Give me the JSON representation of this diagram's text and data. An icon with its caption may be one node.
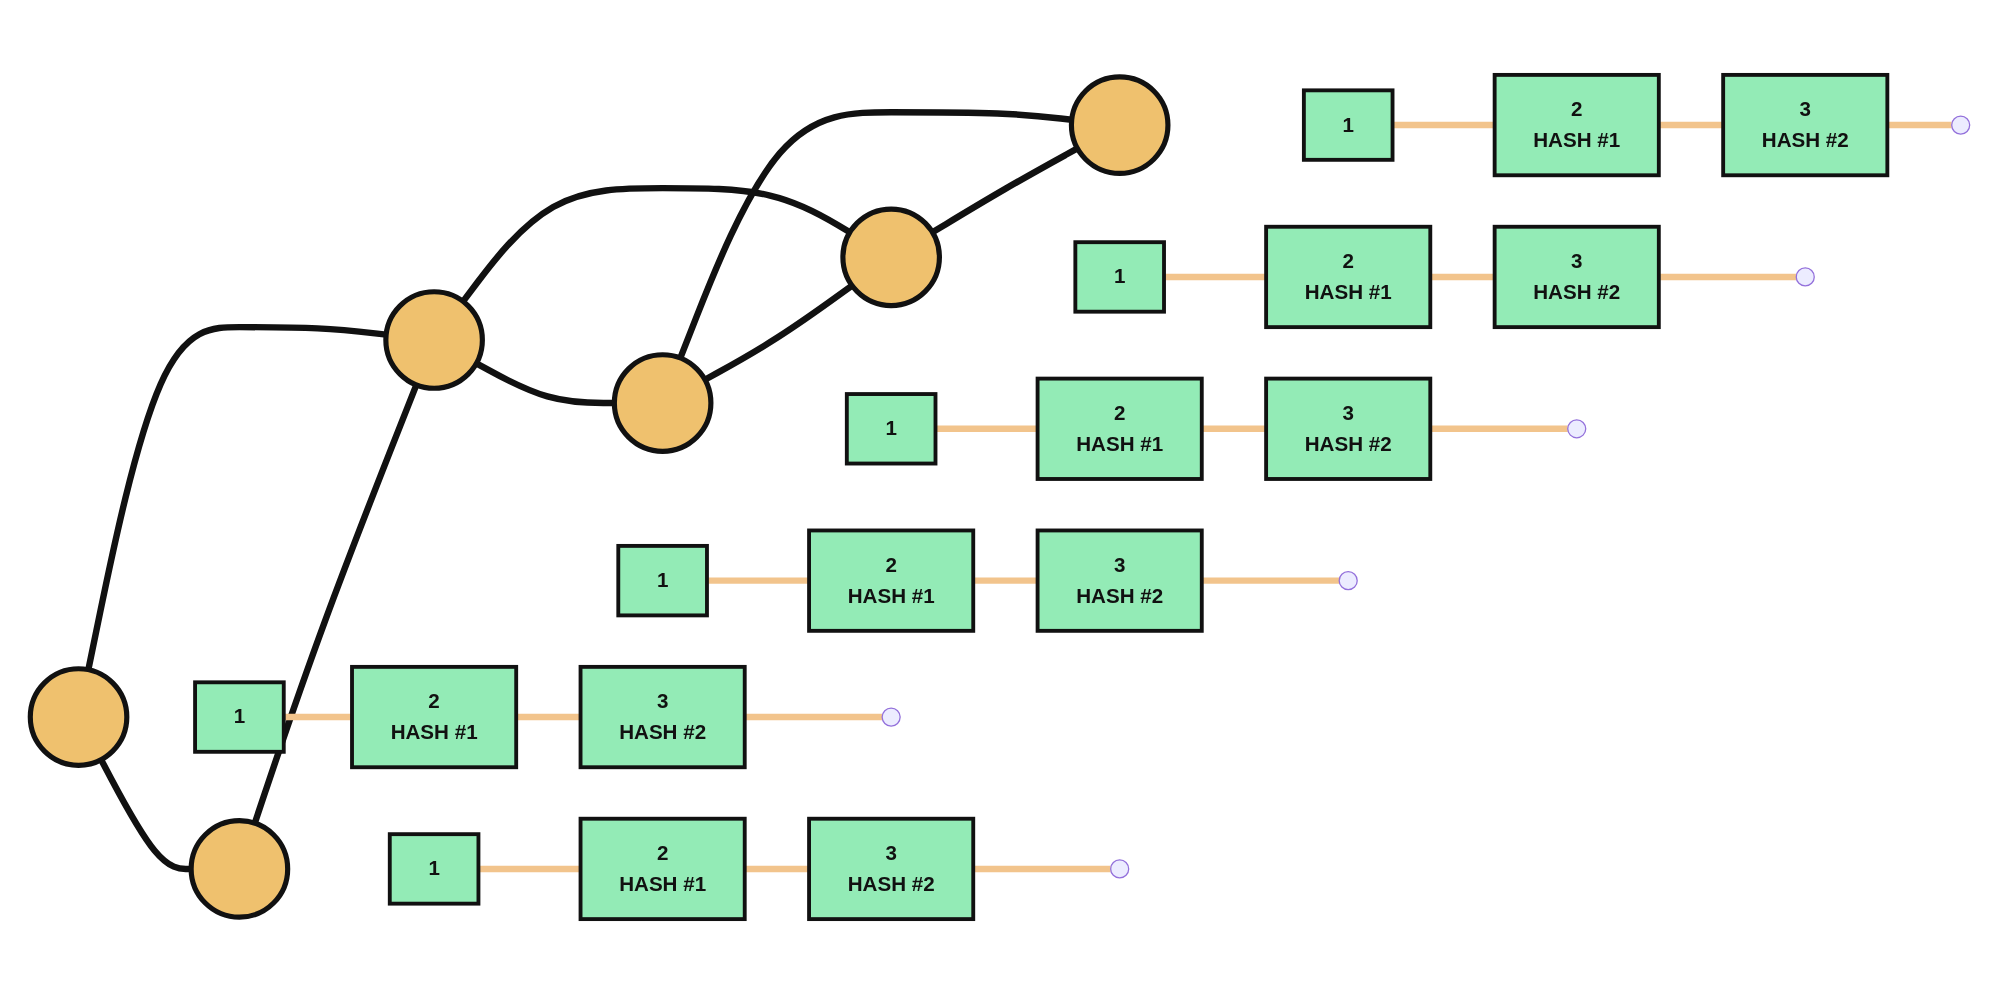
{
  "diagram": {
    "nodes": [
      {
        "text": [],
        "shape": "person"
      },
      {
        "text": [
          "1"
        ]
      },
      {
        "text": [
          "2",
          "HASH #1"
        ]
      },
      {
        "text": [
          "3",
          "HASH #2"
        ]
      },
      {
        "text": [],
        "shape": "person"
      },
      {
        "text": [
          "1"
        ]
      },
      {
        "text": [
          "2",
          "HASH #1"
        ]
      },
      {
        "text": [
          "3",
          "HASH #2"
        ]
      },
      {
        "text": [],
        "shape": "person"
      },
      {
        "text": [
          "1"
        ]
      },
      {
        "text": [
          "2",
          "HASH #1"
        ]
      },
      {
        "text": [
          "3",
          "HASH #2"
        ]
      },
      {
        "text": [],
        "shape": "person"
      },
      {
        "text": [
          "1"
        ]
      },
      {
        "text": [
          "2",
          "HASH #1"
        ]
      },
      {
        "text": [
          "3",
          "HASH #2"
        ]
      },
      {
        "text": [],
        "shape": "person"
      },
      {
        "text": [
          "1"
        ]
      },
      {
        "text": [
          "2",
          "HASH #1"
        ]
      },
      {
        "text": [
          "3",
          "HASH #2"
        ]
      },
      {
        "text": [],
        "shape": "person"
      },
      {
        "text": [
          "1"
        ]
      },
      {
        "text": [
          "2",
          "HASH #1"
        ]
      },
      {
        "text": [
          "3",
          "HASH #2"
        ]
      }
    ],
    "edges": [
      {
        "from": 0,
        "to": 4,
        "arrow": "none",
        "color": "#111111"
      },
      {
        "from": 0,
        "to": 16,
        "arrow": "none",
        "color": "#111111"
      },
      {
        "from": 16,
        "to": 4,
        "arrow": "none",
        "color": "#111111"
      },
      {
        "from": 4,
        "to": 8,
        "arrow": "none",
        "color": "#111111"
      },
      {
        "from": 4,
        "to": 20,
        "arrow": "none",
        "color": "#111111"
      },
      {
        "from": 8,
        "to": 20,
        "arrow": "none",
        "color": "#111111"
      },
      {
        "from": 8,
        "to": 12,
        "arrow": "none",
        "color": "#111111"
      },
      {
        "from": 20,
        "to": 12,
        "arrow": "none",
        "color": "#111111"
      },
      {
        "from": 1,
        "to": 2,
        "arrow": "none",
        "color": "#f2c48c"
      },
      {
        "from": 2,
        "to": 3,
        "arrow": "none",
        "color": "#f2c48c"
      },
      {
        "from": 3,
        "to": null,
        "arrow": "none",
        "color": "#f2c48c"
      },
      {
        "from": 5,
        "to": 6,
        "arrow": "none",
        "color": "#f2c48c"
      },
      {
        "from": 6,
        "to": 7,
        "arrow": "none",
        "color": "#f2c48c"
      },
      {
        "from": 7,
        "to": null,
        "arrow": "none",
        "color": "#f2c48c"
      },
      {
        "from": 9,
        "to": 10,
        "arrow": "none",
        "color": "#f2c48c"
      },
      {
        "from": 10,
        "to": 11,
        "arrow": "none",
        "color": "#f2c48c"
      },
      {
        "from": 11,
        "to": null,
        "arrow": "none",
        "color": "#f2c48c"
      },
      {
        "from": 13,
        "to": 14,
        "arrow": "none",
        "color": "#f2c48c"
      },
      {
        "from": 14,
        "to": 15,
        "arrow": "none",
        "color": "#f2c48c"
      },
      {
        "from": 15,
        "to": null,
        "arrow": "none",
        "color": "#f2c48c"
      },
      {
        "from": 17,
        "to": 18,
        "arrow": "none",
        "color": "#f2c48c"
      },
      {
        "from": 18,
        "to": 19,
        "arrow": "none",
        "color": "#f2c48c"
      },
      {
        "from": 19,
        "to": null,
        "arrow": "none",
        "color": "#f2c48c"
      },
      {
        "from": 21,
        "to": 22,
        "arrow": "none",
        "color": "#f2c48c"
      },
      {
        "from": 22,
        "to": 23,
        "arrow": "none",
        "color": "#f2c48c"
      },
      {
        "from": 23,
        "to": null,
        "arrow": "none",
        "color": "#f2c48c"
      }
    ]
  }
}
